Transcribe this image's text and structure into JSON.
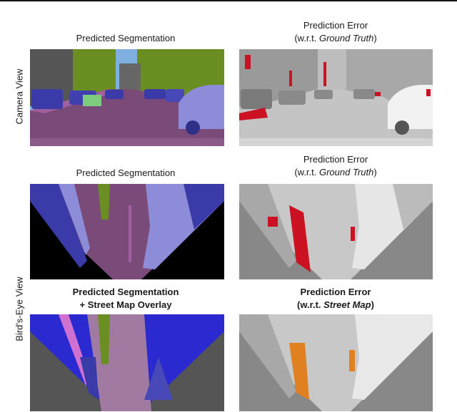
{
  "row_labels": {
    "camera": "Camera View",
    "birds_eye": "Bird's-Eye View"
  },
  "row1": {
    "left_caption": "Predicted Segmentation",
    "right_caption_line1": "Prediction Error",
    "right_caption_line2_prefix": "(w.r.t. ",
    "right_caption_line2_em": "Ground Truth",
    "right_caption_line2_suffix": ")"
  },
  "row2": {
    "left_caption": "Predicted Segmentation",
    "right_caption_line1": "Prediction Error",
    "right_caption_line2_prefix": "(w.r.t. ",
    "right_caption_line2_em": "Ground Truth",
    "right_caption_line2_suffix": ")"
  },
  "row3": {
    "left_caption_line1": "Predicted Segmentation",
    "left_caption_line2": "+ Street Map Overlay",
    "right_caption_line1": "Prediction Error",
    "right_caption_line2_prefix": "(w.r.t. ",
    "right_caption_line2_em": "Street Map",
    "right_caption_line2_suffix": ")"
  },
  "colors": {
    "road": "#7a4a78",
    "vehicle": "#3a3aa8",
    "vegetation": "#6b8e23",
    "sky": "#7fb0e0",
    "building": "#555555",
    "error_red": "#cc1122",
    "error_orange": "#e08020",
    "bev_background": "#000000",
    "bev_gray": "#888888",
    "overlay_blue": "#2a2ad0"
  }
}
